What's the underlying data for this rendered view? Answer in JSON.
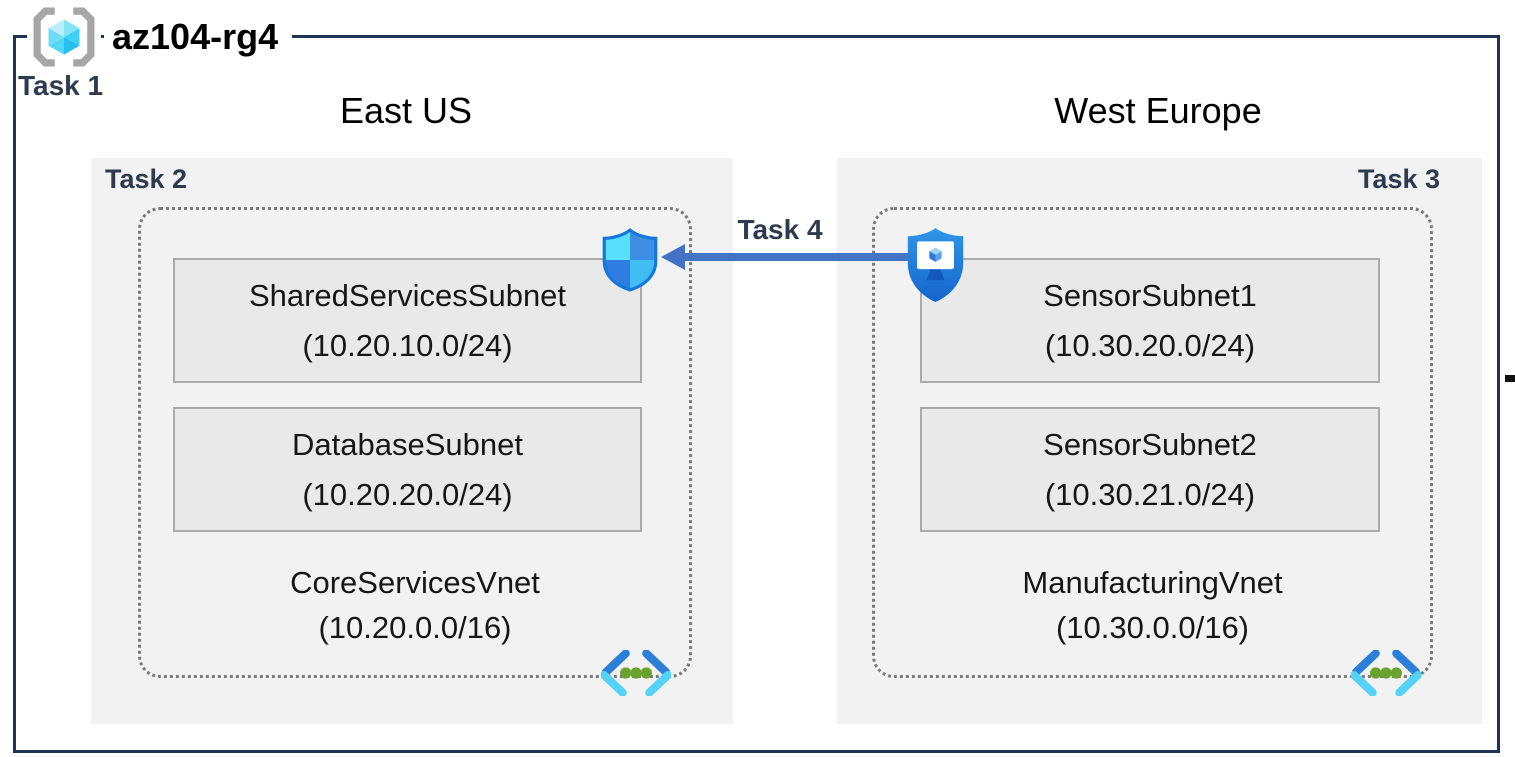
{
  "diagram": {
    "resource_group": {
      "title": "az104-rg4",
      "task": "Task 1",
      "icon": "resource-group-icon"
    },
    "regions": [
      {
        "name": "East US",
        "task": "Task 2",
        "vnet": {
          "name": "CoreServicesVnet",
          "cidr": "(10.20.0.0/16)",
          "icon": "virtual-network-icon"
        },
        "subnets": [
          {
            "name": "SharedServicesSubnet",
            "cidr": "(10.20.10.0/24)"
          },
          {
            "name": "DatabaseSubnet",
            "cidr": "(10.20.20.0/24)"
          }
        ]
      },
      {
        "name": "West Europe",
        "task": "Task 3",
        "vnet": {
          "name": "ManufacturingVnet",
          "cidr": "(10.30.0.0/16)",
          "icon": "virtual-network-icon"
        },
        "subnets": [
          {
            "name": "SensorSubnet1",
            "cidr": "(10.30.20.0/24)"
          },
          {
            "name": "SensorSubnet2",
            "cidr": "(10.30.21.0/24)"
          }
        ]
      }
    ],
    "peering": {
      "task": "Task 4",
      "direction": "right-to-left",
      "from_icon": "bastion-shield-monitor-icon",
      "to_icon": "network-security-group-shield-icon"
    },
    "colors": {
      "outer_border": "#1f3454",
      "task_label": "#2e3b4e",
      "panel_background": "#f2f2f2",
      "subnet_fill": "#e9e9e9",
      "subnet_border": "#ababab",
      "dotted_border": "#7a7a7a",
      "arrow_blue": "#4472c4",
      "vnet_bracket_blue": "#2b7fd9",
      "vnet_bracket_cyan": "#54d2f7",
      "vnet_dot_green": "#6aa32c",
      "shield_cyan": "#57dffc",
      "shield_blue": "#2f7de0",
      "bastion_blue_top": "#2f96e8",
      "bastion_blue_bottom": "#1565cd"
    }
  }
}
